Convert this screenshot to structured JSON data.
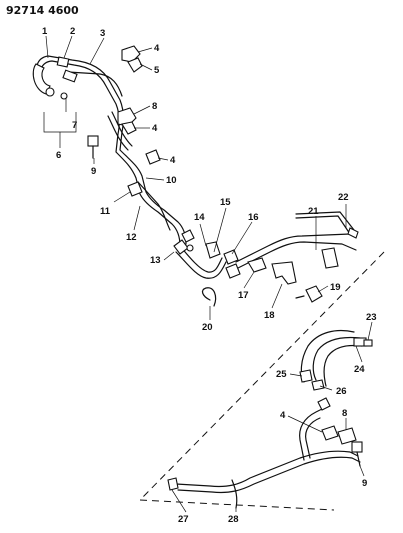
{
  "title": "92714 4600",
  "callouts": [
    {
      "id": "c1",
      "text": "1"
    },
    {
      "id": "c2",
      "text": "2"
    },
    {
      "id": "c3",
      "text": "3"
    },
    {
      "id": "c4a",
      "text": "4"
    },
    {
      "id": "c5",
      "text": "5"
    },
    {
      "id": "c6",
      "text": "6"
    },
    {
      "id": "c7",
      "text": "7"
    },
    {
      "id": "c8a",
      "text": "8"
    },
    {
      "id": "c4b",
      "text": "4"
    },
    {
      "id": "c4c",
      "text": "4"
    },
    {
      "id": "c9a",
      "text": "9"
    },
    {
      "id": "c10",
      "text": "10"
    },
    {
      "id": "c11",
      "text": "11"
    },
    {
      "id": "c12",
      "text": "12"
    },
    {
      "id": "c13",
      "text": "13"
    },
    {
      "id": "c14",
      "text": "14"
    },
    {
      "id": "c15",
      "text": "15"
    },
    {
      "id": "c16",
      "text": "16"
    },
    {
      "id": "c17",
      "text": "17"
    },
    {
      "id": "c18",
      "text": "18"
    },
    {
      "id": "c19",
      "text": "19"
    },
    {
      "id": "c20",
      "text": "20"
    },
    {
      "id": "c21",
      "text": "21"
    },
    {
      "id": "c22",
      "text": "22"
    },
    {
      "id": "c23",
      "text": "23"
    },
    {
      "id": "c24",
      "text": "24"
    },
    {
      "id": "c25",
      "text": "25"
    },
    {
      "id": "c26",
      "text": "26"
    },
    {
      "id": "c4d",
      "text": "4"
    },
    {
      "id": "c8b",
      "text": "8"
    },
    {
      "id": "c9b",
      "text": "9"
    },
    {
      "id": "c27",
      "text": "27"
    },
    {
      "id": "c28",
      "text": "28"
    }
  ]
}
